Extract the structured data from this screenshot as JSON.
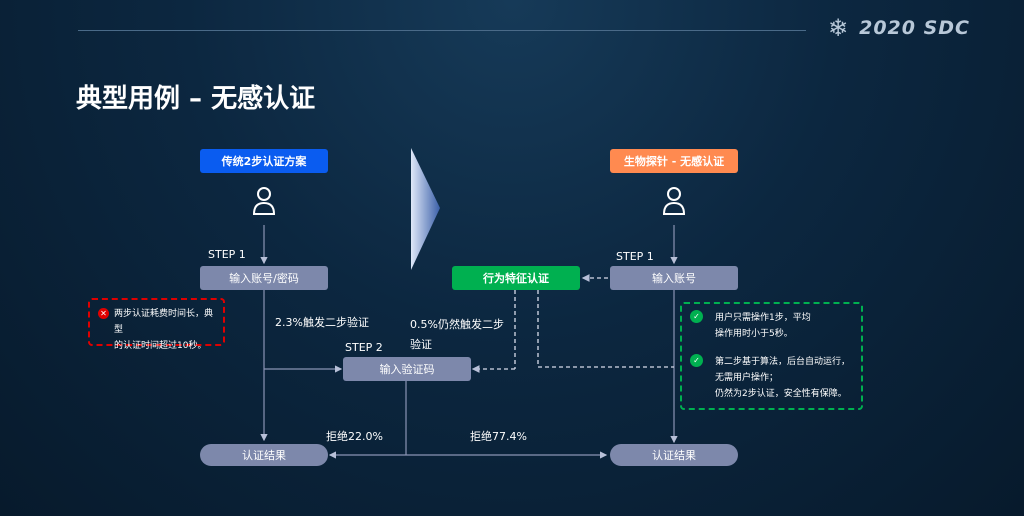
{
  "header": {
    "logo": "2020 SDC",
    "title": "典型用例 – 无感认证"
  },
  "left": {
    "tag": "传统2步认证方案",
    "step1": "STEP 1",
    "input_account_pwd": "输入账号/密码",
    "trigger": "2.3%触发二步验证",
    "step2": "STEP 2",
    "input_code": "输入验证码",
    "reject": "拒绝22.0%",
    "result": "认证结果",
    "note": [
      "两步认证耗费时间长，典型",
      "的认证时间超过10秒。"
    ]
  },
  "right": {
    "tag": "生物探针 - 无感认证",
    "step1": "STEP 1",
    "input_account": "输入账号",
    "behavior": "行为特征认证",
    "trigger": [
      "0.5%仍然触发二步",
      "验证"
    ],
    "reject": "拒绝77.4%",
    "result": "认证结果",
    "notes": [
      [
        "用户只需操作1步，平均",
        "操作用时小于5秒。"
      ],
      [
        "第二步基于算法，后台自动运行，",
        "无需用户操作；"
      ],
      [
        "仍然为2步认证，安全性有保障。"
      ]
    ]
  },
  "colors": {
    "blue": "#0a5cf0",
    "orange": "#ff8a50",
    "green": "#00b050",
    "red": "#e00000",
    "box": "#7d88ab"
  }
}
